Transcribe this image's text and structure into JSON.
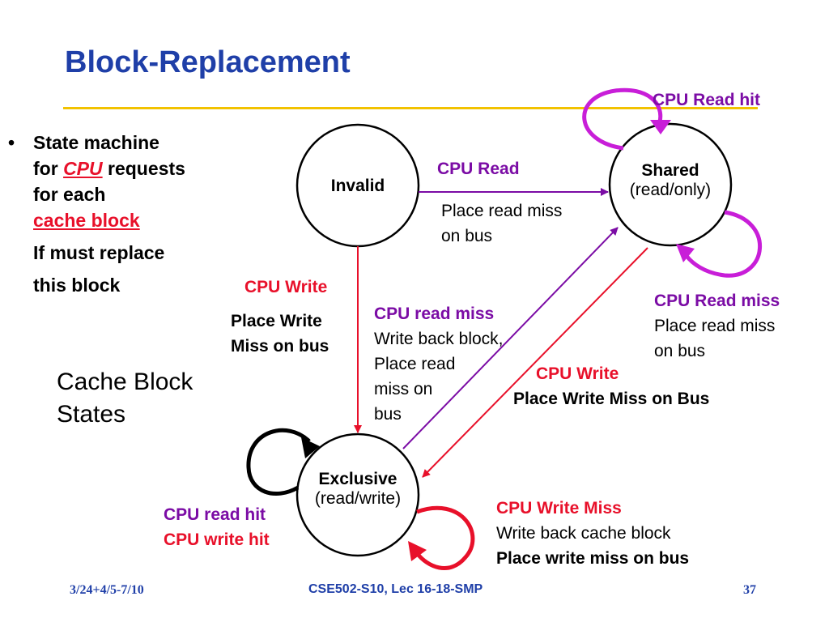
{
  "title": "Block-Replacement",
  "bullet": {
    "symbol": "•",
    "line1": "State machine",
    "for_text": "for ",
    "cpu_text": "CPU",
    "requests_text": " requests",
    "line3": "for each",
    "cache_block_text": "cache block",
    "line5": "If must replace",
    "line6": "this block"
  },
  "states_heading": {
    "line1": "Cache Block",
    "line2": "States"
  },
  "states": {
    "invalid": {
      "name": "Invalid"
    },
    "shared": {
      "name": "Shared",
      "sub": "(read/only)"
    },
    "exclusive": {
      "name": "Exclusive",
      "sub": "(read/write)"
    }
  },
  "transitions": {
    "invalid_to_shared": {
      "event": "CPU Read",
      "action1": "Place read miss",
      "action2": "on bus"
    },
    "invalid_to_exclusive": {
      "event": "CPU Write",
      "action1": "Place Write",
      "action2": "Miss on bus"
    },
    "exclusive_to_shared": {
      "event": "CPU read miss",
      "action1": "Write back block,",
      "action2": "Place read",
      "action3": "miss on",
      "action4": "bus"
    },
    "shared_to_exclusive": {
      "event": "CPU Write",
      "action1": "Place Write Miss on Bus"
    },
    "shared_read_hit": {
      "event": "CPU Read hit"
    },
    "shared_read_miss": {
      "event": "CPU Read miss",
      "action1": "Place read miss",
      "action2": "on bus"
    },
    "exclusive_hits": {
      "event1": "CPU read hit",
      "event2": "CPU write hit"
    },
    "exclusive_write_miss": {
      "event": "CPU Write Miss",
      "action1": "Write back cache block",
      "action2": "Place write miss on bus"
    }
  },
  "colors": {
    "title": "#1f3fa8",
    "rule": "#f2c200",
    "red": "#e8102a",
    "purple": "#7b0ca5",
    "magenta": "#c81ed8"
  },
  "footer": {
    "left": "3/24+4/5-7/10",
    "center": "CSE502-S10, Lec 16-18-SMP",
    "page": "37"
  }
}
